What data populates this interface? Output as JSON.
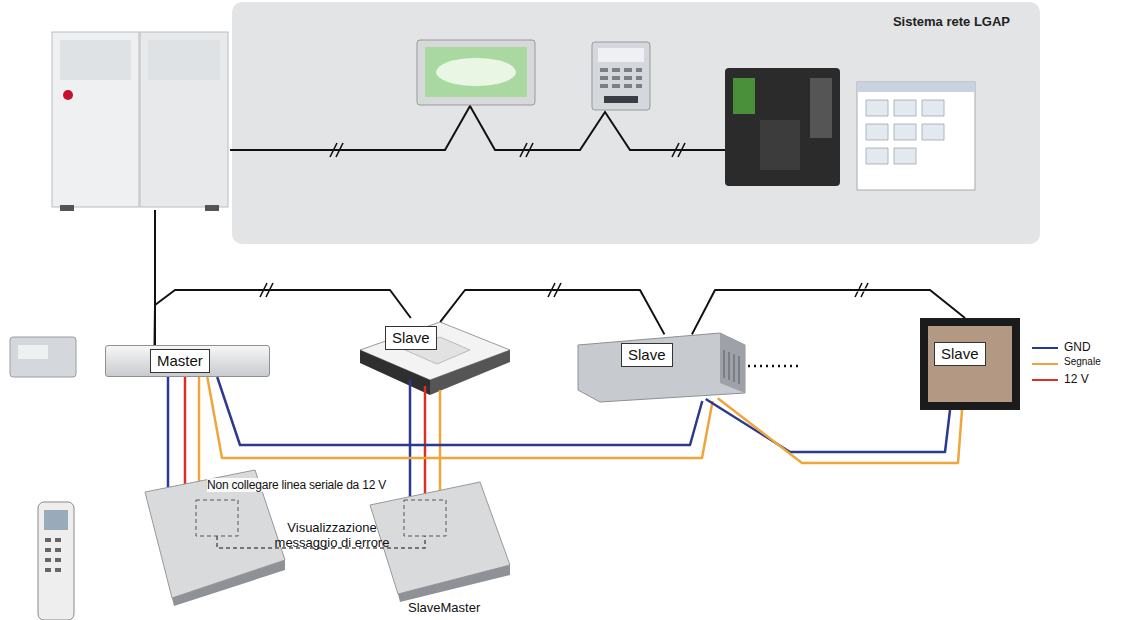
{
  "diagram": {
    "nodes": [
      {
        "text": [
          "Sistema rete LGAP"
        ]
      },
      {
        "text": [
          "Master"
        ]
      },
      {
        "text": [
          "Slave"
        ]
      },
      {
        "text": [
          "Slave"
        ]
      },
      {
        "text": [
          "Slave"
        ]
      }
    ],
    "edges": [
      {
        "from": 1,
        "to": 2,
        "arrow": "none"
      },
      {
        "from": 2,
        "to": 3,
        "arrow": "none"
      },
      {
        "from": 3,
        "to": 4,
        "arrow": "none"
      },
      {
        "from": 1,
        "to": 3,
        "arrow": "none"
      },
      {
        "from": 1,
        "to": 3,
        "arrow": "none"
      },
      {
        "from": 3,
        "to": 4,
        "arrow": "none"
      },
      {
        "from": 3,
        "to": 4,
        "arrow": "none"
      }
    ],
    "labels": [
      "Non collegare linea seriale da 12 V",
      "Visualizzazione messaggio di errore",
      "SlaveMaster"
    ],
    "legend": [
      {
        "text": "GND",
        "color": "#2b3a8f"
      },
      {
        "text": "Segnale",
        "color": "#f0a53a"
      },
      {
        "text": "12 V",
        "color": "#d93025"
      }
    ]
  }
}
